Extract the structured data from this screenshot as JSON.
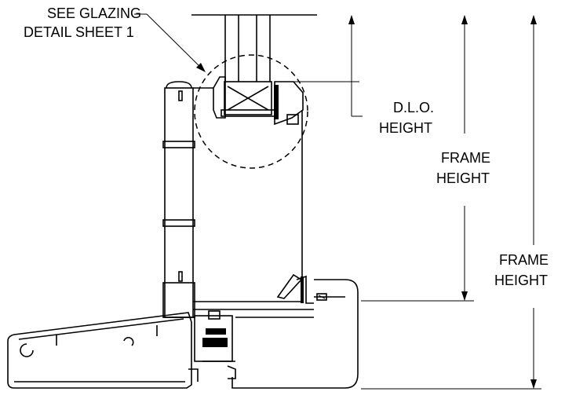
{
  "callout": {
    "line1": "SEE GLAZING",
    "line2": "DETAIL SHEET 1"
  },
  "dimensions": {
    "dlo": {
      "line1": "D.L.O.",
      "line2": "HEIGHT"
    },
    "frame_inner": {
      "line1": "FRAME",
      "line2": "HEIGHT"
    },
    "frame_outer": {
      "line1": "FRAME",
      "line2": "HEIGHT"
    }
  },
  "colors": {
    "ink": "#000000",
    "paper": "#ffffff"
  }
}
